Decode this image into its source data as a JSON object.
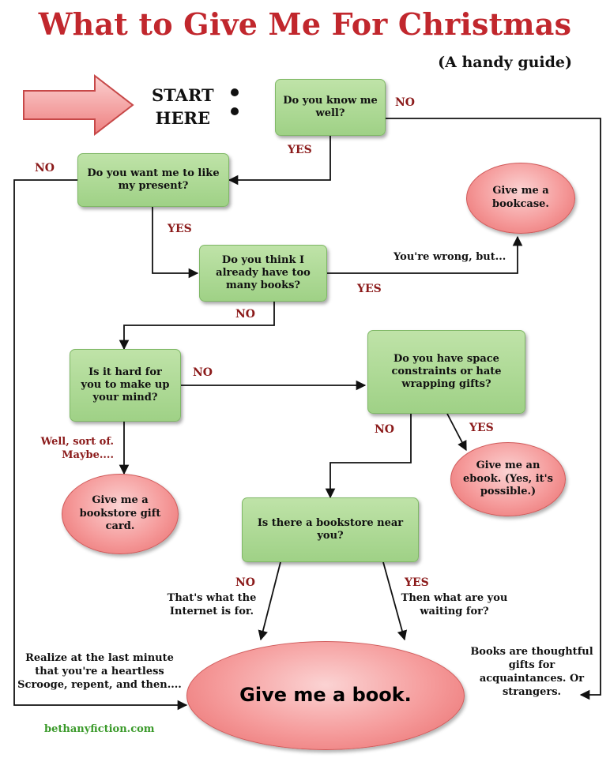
{
  "title": "What to Give Me For Christmas",
  "subtitle": "(A handy guide)",
  "start": {
    "line1": "START",
    "line2": "HERE"
  },
  "nodes": {
    "know_me": "Do you know me well?",
    "like_present": "Do you want me to like my present?",
    "too_many_books": "Do you think I already have too many books?",
    "hard_decide": "Is it hard for you to make up your mind?",
    "space_constraints": "Do you have space constraints or hate wrapping gifts?",
    "bookstore_near": "Is there a bookstore near you?",
    "bookcase": "Give me a bookcase.",
    "gift_card": "Give me a bookstore gift card.",
    "ebook": "Give me an ebook. (Yes, it's possible.)",
    "book": "Give me a book."
  },
  "labels": {
    "no_know": "NO",
    "yes_know": "YES",
    "no_like": "NO",
    "yes_like": "YES",
    "yes_too_many": "YES",
    "no_too_many": "NO",
    "no_hard": "NO",
    "no_space": "NO",
    "yes_space": "YES",
    "no_bookstore": "NO",
    "yes_bookstore": "YES"
  },
  "notes": {
    "wrong_but": "You're wrong, but...",
    "sort_of": "Well, sort of. Maybe....",
    "internet_for": "That's what the Internet is for.",
    "waiting_for": "Then what are you waiting for?",
    "heartless": "Realize at the last minute that you're a heartless Scrooge, repent, and then....",
    "thoughtful": "Books are thoughtful gifts for acquaintances. Or strangers."
  },
  "credit": "bethanyfiction.com",
  "colors": {
    "title": "#c1272d",
    "box": "#a8d690",
    "oval": "#f08080",
    "credit": "#3a9a2a"
  }
}
